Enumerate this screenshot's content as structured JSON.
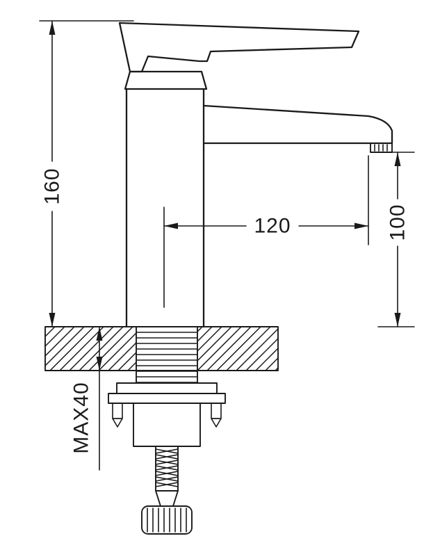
{
  "dimensions": {
    "overall_height": "160",
    "spout_reach": "120",
    "outlet_height": "100",
    "max_counter_thickness": "MAX40"
  },
  "colors": {
    "line": "#1a1a1a",
    "background": "#ffffff"
  }
}
